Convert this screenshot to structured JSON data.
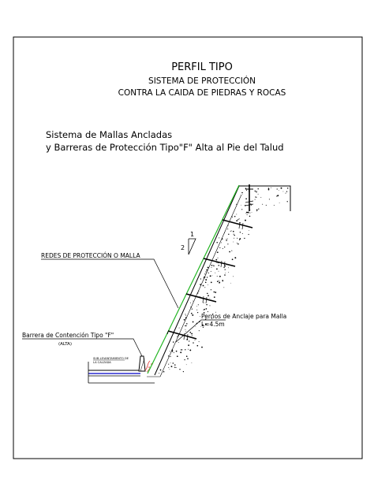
{
  "drawing": {
    "title": "PERFIL TIPO",
    "subtitle_1": "SISTEMA DE PROTECCIÓN",
    "subtitle_2": "CONTRA LA CAIDA DE PIEDRAS Y ROCAS",
    "system_line_1": "Sistema de Mallas Ancladas",
    "system_line_2": "y Barreras de Protección Tipo\"F\" Alta al Pie del Talud",
    "slope_ratio_v": "1",
    "slope_ratio_h": "2",
    "label_redes": "REDES DE PROTECCIÓN O MALLA",
    "label_pernos": "Pernos de Anclaje para Malla",
    "label_pernos_length": "L=4.5m",
    "label_barrera": "Barrera de Contención Tipo \"F\"",
    "label_barrera_sub": "(ALTA)",
    "label_small_1": "SUB-LEVANTAMIENTO DE",
    "label_small_2": "LA CALZADA"
  },
  "colors": {
    "mesh": "#22b522",
    "barrier_detail": "#e03030",
    "road_line": "#2a2ad0",
    "line": "#000000"
  }
}
